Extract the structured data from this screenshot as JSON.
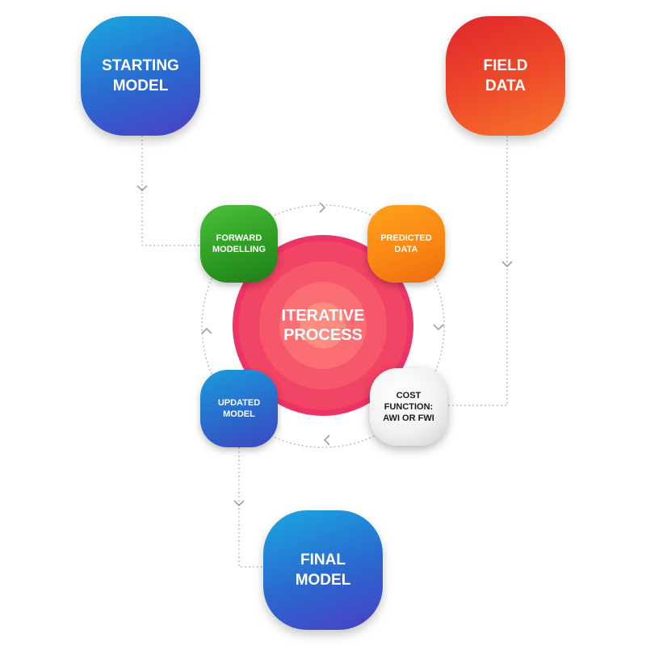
{
  "nodes": {
    "starting_model": "STARTING\nMODEL",
    "field_data": "FIELD\nDATA",
    "iterative_process": "ITERATIVE\nPROCESS",
    "forward_modelling": "FORWARD\nMODELLING",
    "predicted_data": "PREDICTED\nDATA",
    "cost_function": "COST\nFUNCTION:\nAWI OR FWI",
    "updated_model": "UPDATED\nMODEL",
    "final_model": "FINAL\nMODEL"
  },
  "colors": {
    "connector": "#b5b5b5",
    "arrow": "#a0a0a0",
    "blue_node": "#2a68cf",
    "red_node": "#ee4b2a",
    "green_node": "#2c9a22",
    "orange_node": "#f98814",
    "center_circle": "#f24465"
  }
}
